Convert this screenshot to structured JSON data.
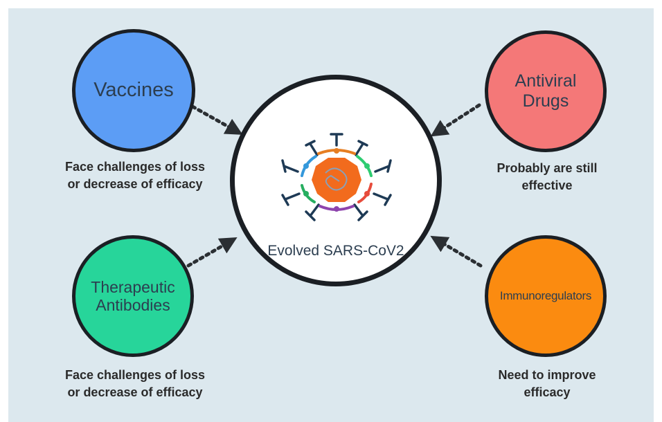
{
  "center": {
    "label": "Evolved SARS-CoV2",
    "icon": "virus-icon"
  },
  "nodes": [
    {
      "id": "vaccines",
      "label_lines": [
        "Vaccines"
      ],
      "color": "#5c9df5",
      "description_lines": [
        "Face challenges of loss",
        "or decrease of efficacy"
      ]
    },
    {
      "id": "antiviral",
      "label_lines": [
        "Antiviral",
        "Drugs"
      ],
      "color": "#f47878",
      "description_lines": [
        "Probably are still",
        "effective"
      ]
    },
    {
      "id": "antibodies",
      "label_lines": [
        "Therapeutic",
        "Antibodies"
      ],
      "color": "#27d59a",
      "description_lines": [
        "Face challenges of loss",
        "or decrease of efficacy"
      ]
    },
    {
      "id": "immuno",
      "label_lines": [
        "Immunoregulators"
      ],
      "color": "#fb8b10",
      "description_lines": [
        "Need to improve",
        "efficacy"
      ]
    }
  ],
  "colors": {
    "background": "#dce8ee",
    "outline": "#1b1f24",
    "arrow": "#2b2f33",
    "virus_core": "#f26b1d"
  }
}
